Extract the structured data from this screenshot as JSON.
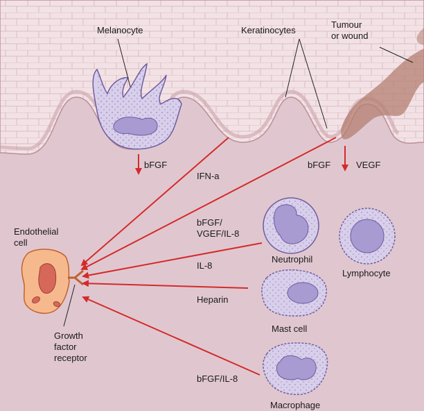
{
  "labels": {
    "melanocyte": "Melanocyte",
    "keratinocytes": "Keratinocytes",
    "tumour_line1": "Tumour",
    "tumour_line2": "or wound",
    "bfgf_left": "bFGF",
    "bfgf_right": "bFGF",
    "vegf": "VEGF",
    "ifn": "IFN-a",
    "bfgf_vgef_line1": "bFGF/",
    "bfgf_vgef_line2": "VGEF/IL-8",
    "il8": "IL-8",
    "heparin": "Heparin",
    "bfgf_il8": "bFGF/IL-8",
    "endothelial_line1": "Endothelial",
    "endothelial_line2": "cell",
    "receptor_line1": "Growth",
    "receptor_line2": "factor",
    "receptor_line3": "receptor",
    "neutrophil": "Neutrophil",
    "lymphocyte": "Lymphocyte",
    "mast_cell": "Mast cell",
    "macrophage": "Macrophage"
  },
  "colors": {
    "background": "#e0c7cf",
    "epidermis": "#f3e2e5",
    "cell_lines": "#d2b3b9",
    "arrow": "#d42a2a",
    "cell_fill": "#d8cfea",
    "cell_nucleus": "#a79bd2",
    "endothelial": "#f6b98e",
    "tumour": "#b47f70"
  }
}
